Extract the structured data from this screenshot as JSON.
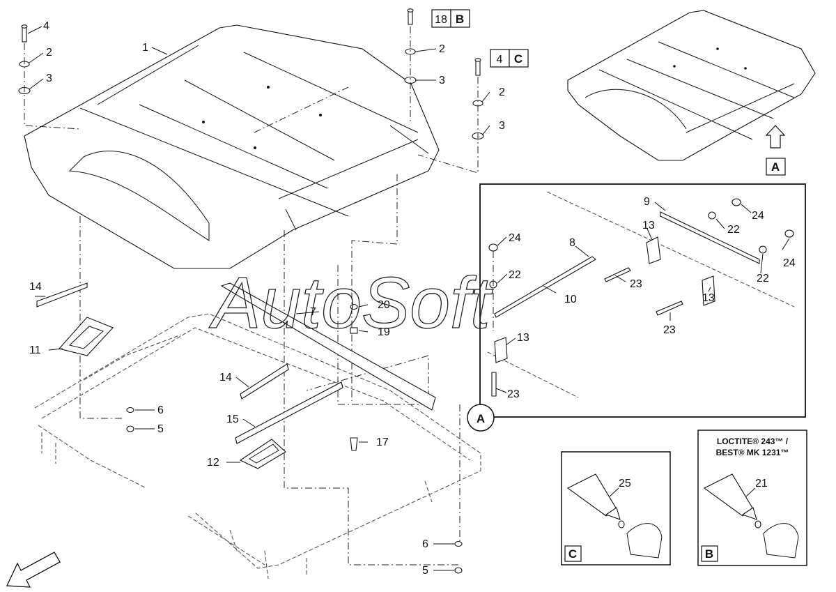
{
  "watermark": "AutoSoft",
  "callouts": {
    "c1": "1",
    "c2a": "2",
    "c3a": "3",
    "c4a": "4",
    "c2b": "2",
    "c3b": "3",
    "c2c": "2",
    "c3c": "3",
    "c5a": "5",
    "c6a": "6",
    "c5b": "5",
    "c6b": "6",
    "c7": "7",
    "c8": "8",
    "c9": "9",
    "c10": "10",
    "c11": "11",
    "c12": "12",
    "c13a": "13",
    "c13b": "13",
    "c13c": "13",
    "c14a": "14",
    "c14b": "14",
    "c15": "15",
    "c17": "17",
    "c19": "19",
    "c20": "20",
    "c22a": "22",
    "c22b": "22",
    "c22c": "22",
    "c23a": "23",
    "c23b": "23",
    "c23c": "23",
    "c24a": "24",
    "c24b": "24",
    "c24c": "24",
    "c21": "21",
    "c25": "25"
  },
  "refs": {
    "ref18_num": "18",
    "ref18_letter": "B",
    "ref4_num": "4",
    "ref4_letter": "C",
    "view_a_label": "A",
    "detail_a_circle": "A",
    "panel_c_label": "C",
    "panel_b_label": "B"
  },
  "adhesive_note": {
    "line1": "LOCTITE® 243™ /",
    "line2": "BEST® MK 1231™"
  },
  "icons": [
    "direction-arrow-icon",
    "view-arrow-icon",
    "adhesive-bottle-icon"
  ]
}
